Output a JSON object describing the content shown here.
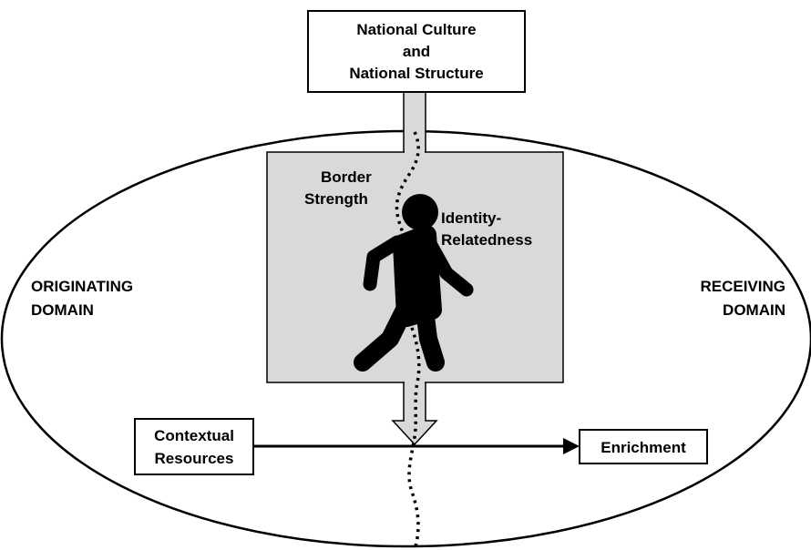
{
  "top_box": {
    "line1": "National Culture",
    "line2": "and",
    "line3": "National Structure"
  },
  "border_label": {
    "line1": "Border",
    "line2": "Strength"
  },
  "identity_label": {
    "line1": "Identity-",
    "line2": "Relatedness"
  },
  "originating": {
    "line1": "ORIGINATING",
    "line2": "DOMAIN"
  },
  "receiving": {
    "line1": "RECEIVING",
    "line2": "DOMAIN"
  },
  "resources_box": {
    "line1": "Contextual",
    "line2": "Resources"
  },
  "enrichment_box": {
    "label": "Enrichment"
  },
  "colors": {
    "panel_fill": "#d9d9d9",
    "stroke": "#000000",
    "background": "#ffffff"
  }
}
